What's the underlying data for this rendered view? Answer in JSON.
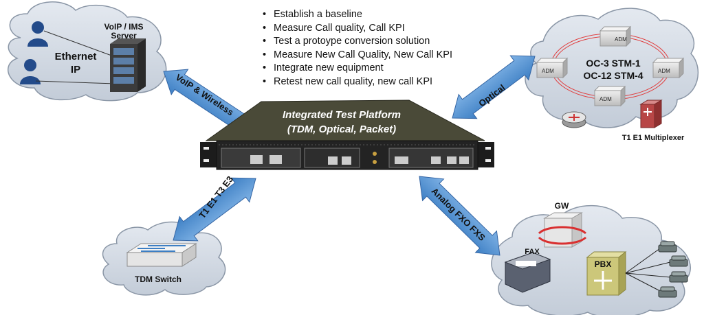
{
  "bullets": [
    "Establish a baseline",
    "Measure Call quality, Call KPI",
    "Test a protoype conversion solution",
    "Measure New Call Quality, New Call KPI",
    "Integrate new equipment",
    "Retest new call quality, new call KPI"
  ],
  "platform": {
    "title": "Integrated Test Platform",
    "subtitle": "(TDM, Optical, Packet)"
  },
  "ethernet": {
    "server_label": "VoIP / IMS Server",
    "network_label": "Ethernet IP"
  },
  "optical": {
    "ring_line1": "OC-3 STM-1",
    "ring_line2": "OC-12 STM-4",
    "adm_label": "ADM",
    "mux_label": "T1 E1 Multiplexer"
  },
  "tdm": {
    "switch_label": "TDM Switch"
  },
  "analog": {
    "gw_label": "GW",
    "fax_label": "FAX",
    "pbx_label": "PBX"
  },
  "arrows": {
    "voip": "VoIP & Wireless",
    "optical": "Optical",
    "t1": "T1 E1 T3 E3",
    "analog": "Analog FXO FXS"
  },
  "colors": {
    "cloud": "#d5dce6",
    "arrow": "#5b9bd5",
    "platform": "#4a4a38"
  }
}
